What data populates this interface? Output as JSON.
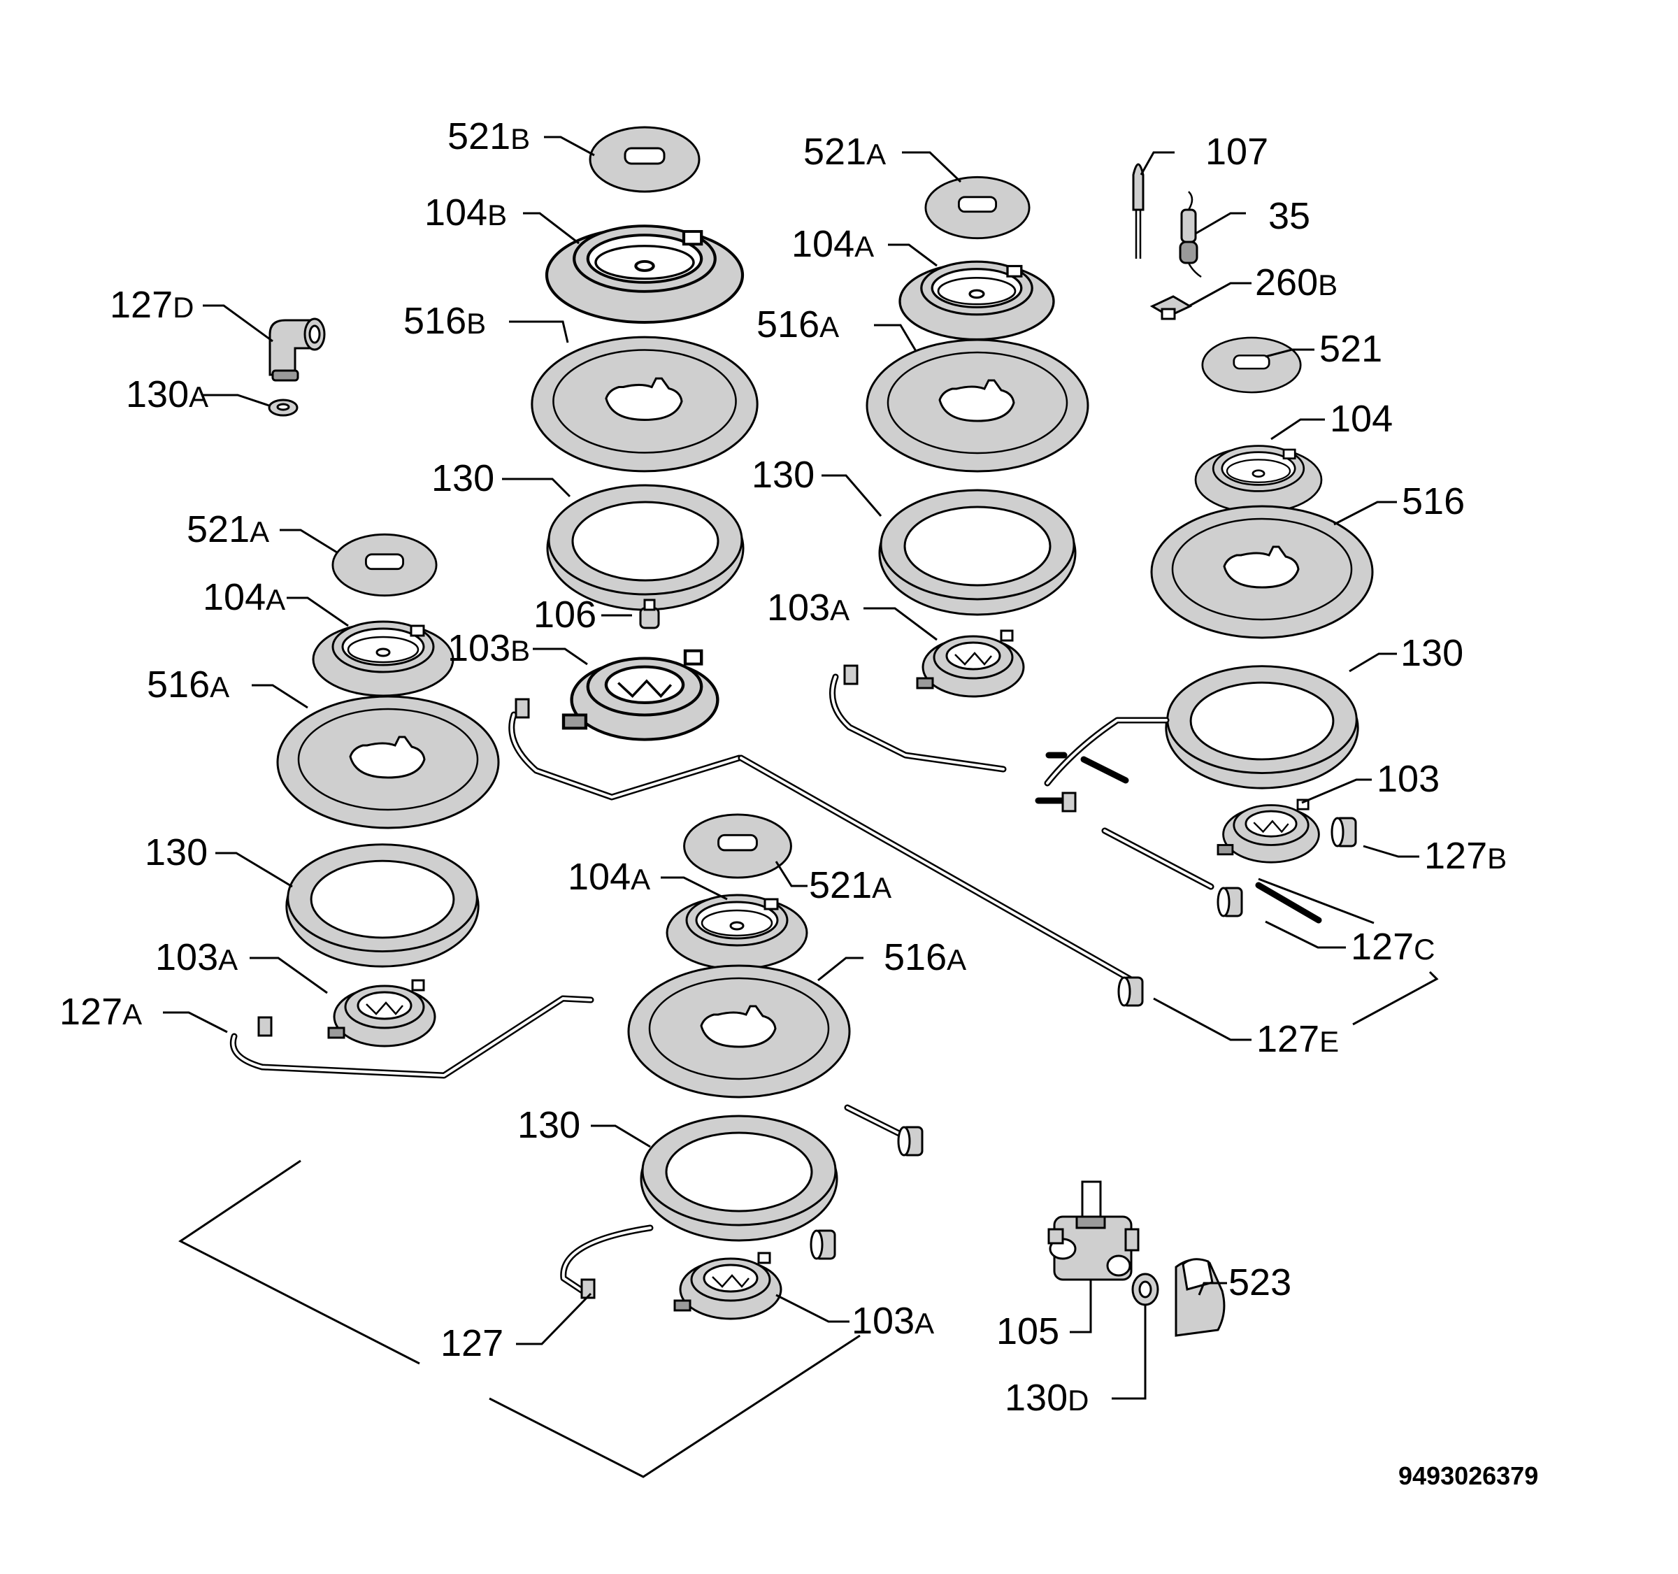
{
  "labels": {
    "l521b": {
      "num": "521",
      "sfx": "B"
    },
    "l104b": {
      "num": "104",
      "sfx": "B"
    },
    "l516b": {
      "num": "516",
      "sfx": "B"
    },
    "l130_top_left": {
      "num": "130",
      "sfx": ""
    },
    "l106": {
      "num": "106",
      "sfx": ""
    },
    "l103b": {
      "num": "103",
      "sfx": "B"
    },
    "l521a_top": {
      "num": "521",
      "sfx": "A"
    },
    "l104a_top": {
      "num": "104",
      "sfx": "A"
    },
    "l516a_top": {
      "num": "516",
      "sfx": "A"
    },
    "l130_top_mid": {
      "num": "130",
      "sfx": ""
    },
    "l103a_top": {
      "num": "103",
      "sfx": "A"
    },
    "l107": {
      "num": "107",
      "sfx": ""
    },
    "l35": {
      "num": "35",
      "sfx": ""
    },
    "l260b": {
      "num": "260",
      "sfx": "B"
    },
    "l521": {
      "num": "521",
      "sfx": ""
    },
    "l104": {
      "num": "104",
      "sfx": ""
    },
    "l516": {
      "num": "516",
      "sfx": ""
    },
    "l130_right": {
      "num": "130",
      "sfx": ""
    },
    "l103": {
      "num": "103",
      "sfx": ""
    },
    "l127b": {
      "num": "127",
      "sfx": "B"
    },
    "l127c": {
      "num": "127",
      "sfx": "C"
    },
    "l127e": {
      "num": "127",
      "sfx": "E"
    },
    "l127d": {
      "num": "127",
      "sfx": "D"
    },
    "l130a": {
      "num": "130",
      "sfx": "A"
    },
    "l521a_left": {
      "num": "521",
      "sfx": "A"
    },
    "l104a_left": {
      "num": "104",
      "sfx": "A"
    },
    "l516a_left": {
      "num": "516",
      "sfx": "A"
    },
    "l130_left": {
      "num": "130",
      "sfx": ""
    },
    "l103a_left": {
      "num": "103",
      "sfx": "A"
    },
    "l127a": {
      "num": "127",
      "sfx": "A"
    },
    "l104a_bottom": {
      "num": "104",
      "sfx": "A"
    },
    "l521a_bottom": {
      "num": "521",
      "sfx": "A"
    },
    "l516a_bottom": {
      "num": "516",
      "sfx": "A"
    },
    "l130_bottom": {
      "num": "130",
      "sfx": ""
    },
    "l127": {
      "num": "127",
      "sfx": ""
    },
    "l103a_bottom": {
      "num": "103",
      "sfx": "A"
    },
    "l105": {
      "num": "105",
      "sfx": ""
    },
    "l130d": {
      "num": "130",
      "sfx": "D"
    },
    "l523": {
      "num": "523",
      "sfx": ""
    }
  },
  "document_number": "9493026379"
}
